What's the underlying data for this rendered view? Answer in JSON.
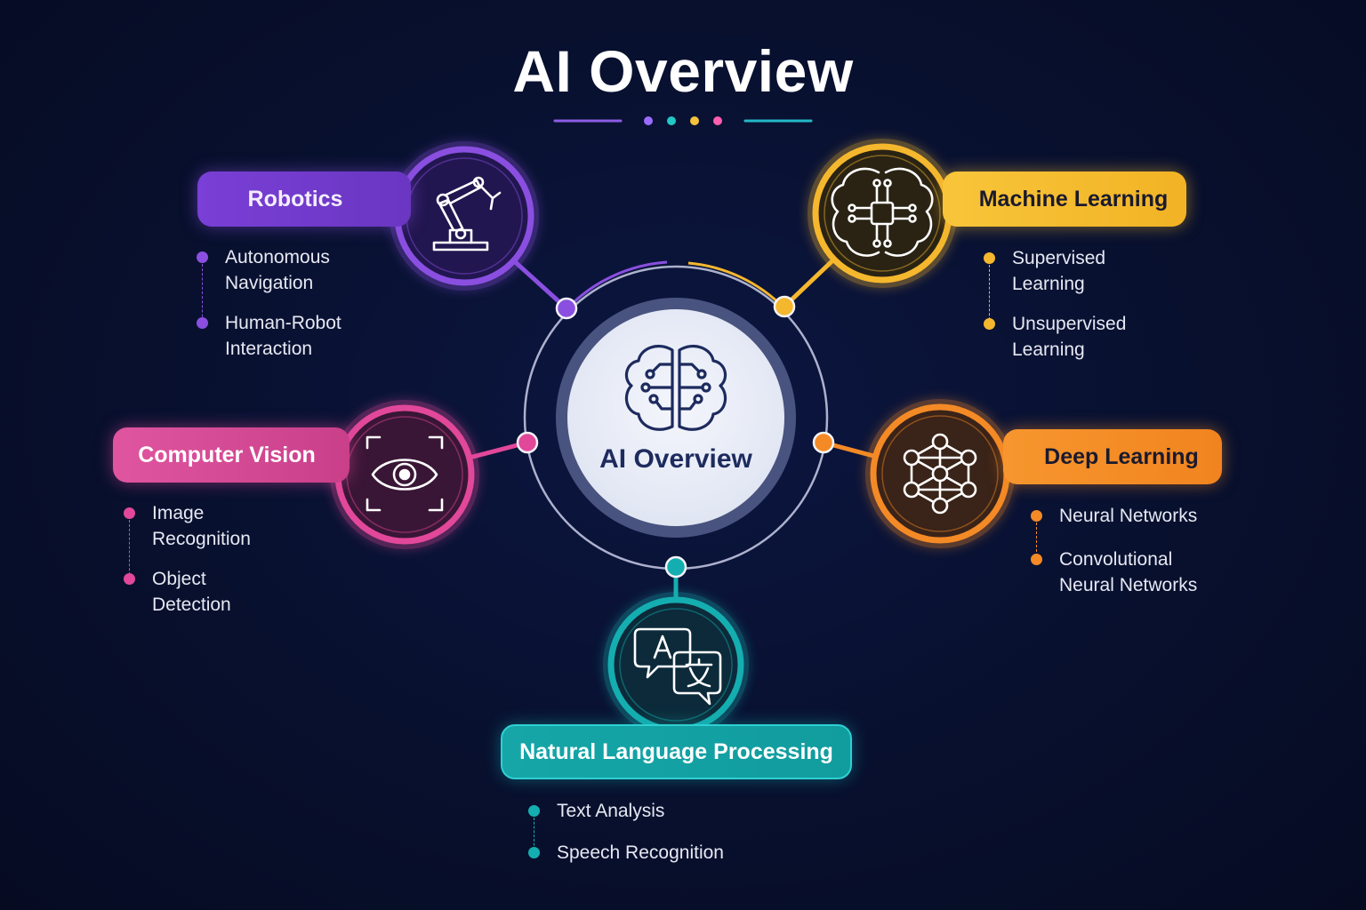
{
  "title": "AI Overview",
  "hub": {
    "label": "AI Overview",
    "icon": "brain-circuit-icon"
  },
  "decoration": {
    "title_dot_colors": [
      "#9b6bff",
      "#22c7c7",
      "#f5c23c",
      "#ff5fae"
    ]
  },
  "categories": [
    {
      "id": "robotics",
      "label": "Robotics",
      "color": "#8a4fe0",
      "icon": "robot-arm-icon",
      "items": [
        [
          "Autonomous",
          "Navigation"
        ],
        [
          "Human-Robot",
          "Interaction"
        ]
      ]
    },
    {
      "id": "machine-learning",
      "label": "Machine Learning",
      "color": "#f5b72d",
      "icon": "brain-chip-icon",
      "items": [
        [
          "Supervised",
          "Learning"
        ],
        [
          "Unsupervised",
          "Learning"
        ]
      ]
    },
    {
      "id": "computer-vision",
      "label": "Computer Vision",
      "color": "#e2489a",
      "icon": "eye-scan-icon",
      "items": [
        [
          "Image",
          "Recognition"
        ],
        [
          "Object",
          "Detection"
        ]
      ]
    },
    {
      "id": "deep-learning",
      "label": "Deep Learning",
      "color": "#f48a26",
      "icon": "neural-network-icon",
      "items": [
        [
          "Neural Networks"
        ],
        [
          "Convolutional",
          "Neural Networks"
        ]
      ]
    },
    {
      "id": "nlp",
      "label": "Natural Language Processing",
      "color": "#15aeb0",
      "icon": "translate-bubbles-icon",
      "items": [
        [
          "Text Analysis"
        ],
        [
          "Speech Recognition"
        ]
      ]
    }
  ]
}
